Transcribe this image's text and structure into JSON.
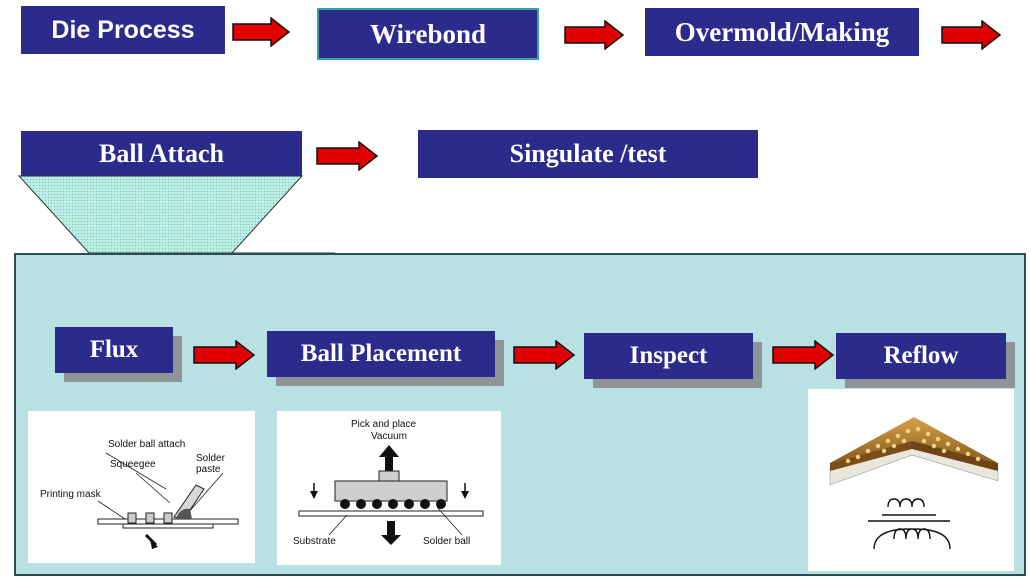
{
  "top_row": [
    {
      "label": "Die Process"
    },
    {
      "label": "Wirebond"
    },
    {
      "label": "Overmold/Making"
    }
  ],
  "second_row": [
    {
      "label": "Ball Attach"
    },
    {
      "label": "Singulate /test"
    }
  ],
  "ball_attach_steps": [
    {
      "label": "Flux"
    },
    {
      "label": "Ball Placement"
    },
    {
      "label": "Inspect"
    },
    {
      "label": "Reflow"
    }
  ],
  "flux_figure": {
    "labels": [
      "Solder ball attach",
      "Squeegee",
      "Solder paste",
      "Printing mask"
    ]
  },
  "placement_figure": {
    "labels": [
      "Pick and place",
      "Vacuum",
      "Substrate",
      "Solder ball"
    ]
  },
  "colors": {
    "box_fill": "#2b2b8c",
    "arrow_fill": "#e00000",
    "panel_fill": "#b9e1e4",
    "funnel_fill": "#bff0e6"
  }
}
